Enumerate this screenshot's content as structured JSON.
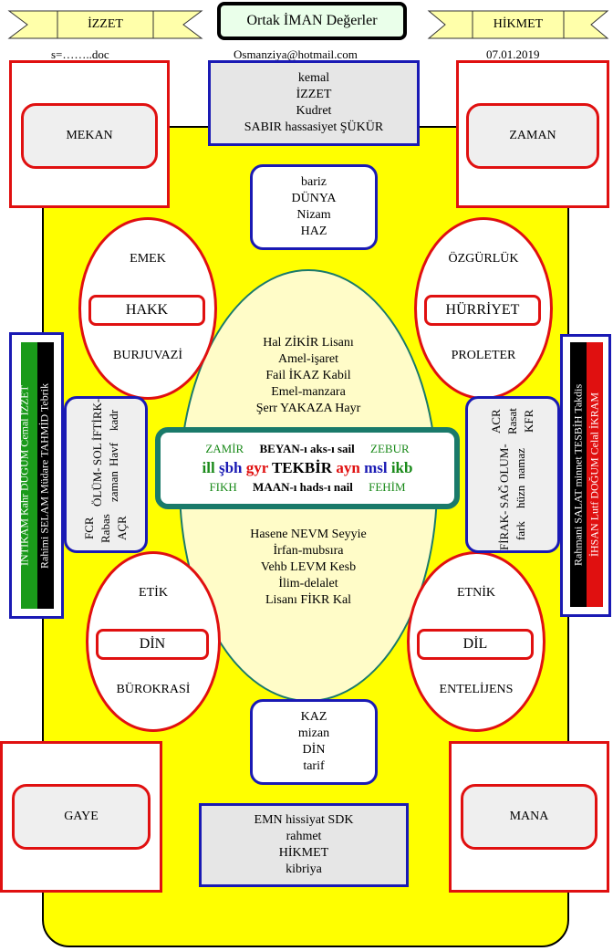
{
  "header": {
    "left_ribbon": "İZZET",
    "title": "Ortak İMAN Değerler",
    "right_ribbon": "HİKMET",
    "filename": "s=……..doc",
    "email": "Osmanziya@hotmail.com",
    "date": "07.01.2019"
  },
  "corners": {
    "top_left": "MEKAN",
    "top_right": "ZAMAN",
    "bottom_left": "GAYE",
    "bottom_right": "MANA"
  },
  "top_box": [
    "kemal",
    "İZZET",
    "Kudret",
    "SABIR hassasiyet ŞÜKÜR"
  ],
  "upper_inner_box": [
    "bariz",
    "DÜNYA",
    "Nizam",
    "HAZ"
  ],
  "lower_inner_box": [
    "KAZ",
    "mizan",
    "DİN",
    "tarif"
  ],
  "bottom_box": [
    "EMN hissiyat SDK",
    "rahmet",
    "HİKMET",
    "kibriya"
  ],
  "ovals": {
    "top_left": {
      "top": "EMEK",
      "center": "HAKK",
      "bottom": "BURJUVAZİ"
    },
    "top_right": {
      "top": "ÖZGÜRLÜK",
      "center": "HÜRRİYET",
      "bottom": "PROLETER"
    },
    "bottom_left": {
      "top": "ETİK",
      "center": "DİN",
      "bottom": "BÜROKRASİ"
    },
    "bottom_right": {
      "top": "ETNİK",
      "center": "DİL",
      "bottom": "ENTELİJENS"
    }
  },
  "big_oval": {
    "upper_lines": [
      "Hal ZİKİR Lisanı",
      "Amel-işaret",
      "Fail İKAZ Kabil",
      "Emel-manzara",
      "Şerr YAKAZA Hayr"
    ],
    "lower_lines": [
      "Hasene NEVM Seyyie",
      "İrfan-mubsıra",
      "Vehb LEVM Kesb",
      "İlim-delalet",
      "Lisanı FİKR Kal"
    ]
  },
  "center_box": {
    "row1": {
      "left": "ZAMİR",
      "middle": "BEYAN-ı aks-ı sail",
      "right": "ZEBUR"
    },
    "row2": {
      "a": "ill",
      "b": "şbh",
      "c": "gyr",
      "d": "TEKBİR",
      "e": "ayn",
      "f": "msl",
      "g": "ikb"
    },
    "row3": {
      "left": "FIKH",
      "middle": "MAAN-ı hads-ı nail",
      "right": "FEHİM"
    },
    "colors": {
      "green": "#1a8a1a",
      "blue": "#1a1ab4",
      "red": "#e01010"
    }
  },
  "side_left_box": [
    "FCR Rabas AÇR",
    "ÖLÜM-zaman",
    "SOL Havf",
    "İFTİRK-kadr"
  ],
  "side_right_box": [
    "FİRAK-fark",
    "SAĞ hüzn",
    "OLUM-namaz",
    "ACR Rasat KFR"
  ],
  "side_left_flag": {
    "line1": "İNTİKAM Kahr DÜĞÜM Cemal İZZET",
    "line2": "Rahimi SELAM Müdare TAHMİD Tebrik",
    "colors": [
      "#1a9a1a",
      "#000000"
    ]
  },
  "side_right_flag": {
    "line1": "Rahmani SALAT minnet TESBİH Takdis",
    "line2": "İHSAN Lutf DOĞUM Celal İKRAM",
    "colors": [
      "#000000",
      "#e01010"
    ]
  }
}
